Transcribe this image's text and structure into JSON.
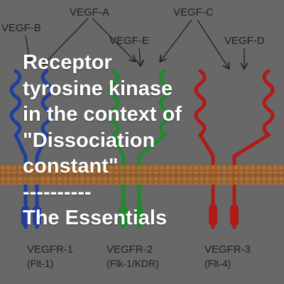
{
  "diagram": {
    "ligands": {
      "vegf_b": "VEGF-B",
      "vegf_a": "VEGF-A",
      "vegf_c": "VEGF-C",
      "vegf_e": "VEGF-E",
      "vegf_d": "VEGF-D"
    },
    "receptors": [
      {
        "name": "VEGFR-1",
        "alias": "(Flt-1)",
        "color": "#1f3f9e"
      },
      {
        "name": "VEGFR-2",
        "alias": "(Flk-1/KDR)",
        "color": "#1f8a2e"
      },
      {
        "name": "VEGFR-3",
        "alias": "(Flt-4)",
        "color": "#b01a18"
      }
    ],
    "membrane_color": "#a0602a"
  },
  "overlay": {
    "line1": "Receptor",
    "line2": "tyrosine kinase",
    "line3": "in the context of",
    "line4": "\"Dissociation",
    "line5": "constant\"",
    "line6": "----------",
    "line7": "The Essentials"
  }
}
